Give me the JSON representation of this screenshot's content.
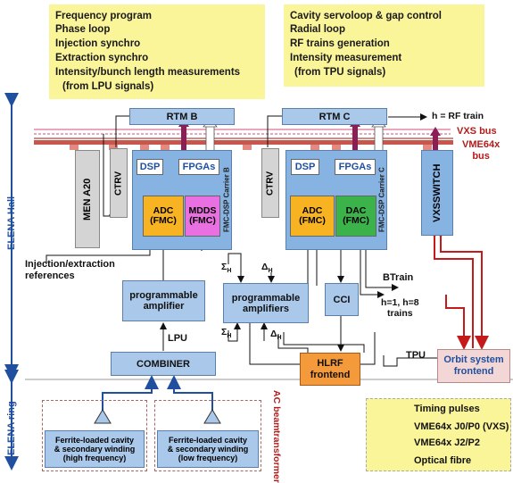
{
  "left_note": [
    "Frequency program",
    "Phase loop",
    "Injection synchro",
    "Extraction synchro",
    "Intensity/bunch length measurements",
    "(from LPU signals)"
  ],
  "right_note": [
    "Cavity servoloop & gap control",
    "Radial loop",
    "RF trains generation",
    "Intensity measurement",
    "(from TPU signals)"
  ],
  "side_labels": {
    "hall": "ELENA Hall",
    "ring": "ELENA ring"
  },
  "rtm_b": "RTM B",
  "rtm_c": "RTM C",
  "rf_train": "h = RF train",
  "vxs_bus": "VXS bus",
  "vme_bus": "VME64x\nbus",
  "men": "MEN A20",
  "ctrv_b": "CTRV",
  "ctrv_c": "CTRV",
  "dsp_b": "DSP",
  "fpgas_b": "FPGAs",
  "dsp_c": "DSP",
  "fpgas_c": "FPGAs",
  "adc_b": "ADC\n(FMC)",
  "mdds_b": "MDDS\n(FMC)",
  "adc_c": "ADC\n(FMC)",
  "dac_c": "DAC\n(FMC)",
  "carrier_b": "FMC-DSP Carrier B",
  "carrier_c": "FMC-DSP Carrier C",
  "vxs_switch": "VXS\nSWITCH",
  "inj_ext": "Injection/extraction\nreferences",
  "prog_amp": "programmable\namplifier",
  "prog_amps": "programmable\namplifiers",
  "cci": "CCI",
  "btrain": "BTrain",
  "trains": "h=1, h=8\ntrains",
  "lpu": "LPU",
  "tpu": "TPU",
  "combiner": "COMBINER",
  "hlrf": "HLRF\nfrontend",
  "orbit": "Orbit system\nfrontend",
  "sigma1": "Σ",
  "delta1": "Δ",
  "sigma2": "Σ",
  "delta2": "Δ",
  "sub_h": "H",
  "cav_high": "Ferrite-loaded cavity\n& secondary winding\n(high frequency)",
  "cav_low": "Ferrite-loaded cavity\n& secondary winding\n(low frequency)",
  "ac_beam": "AC beam\ntransformer",
  "legend": [
    "Timing pulses",
    "VME64x J0/P0 (VXS)",
    "VME64x J2/P2",
    "Optical fibre"
  ],
  "colors": {
    "yellow": "#fbf59a",
    "blue_block": "#a9c8ea",
    "carrier": "#87b3e3",
    "adc": "#f7b322",
    "mdds": "#e970e0",
    "dac": "#3cb34a",
    "hlrf": "#f59a3a",
    "bus_red": "#b31b1b",
    "vxs_purple": "#8b1e57"
  }
}
